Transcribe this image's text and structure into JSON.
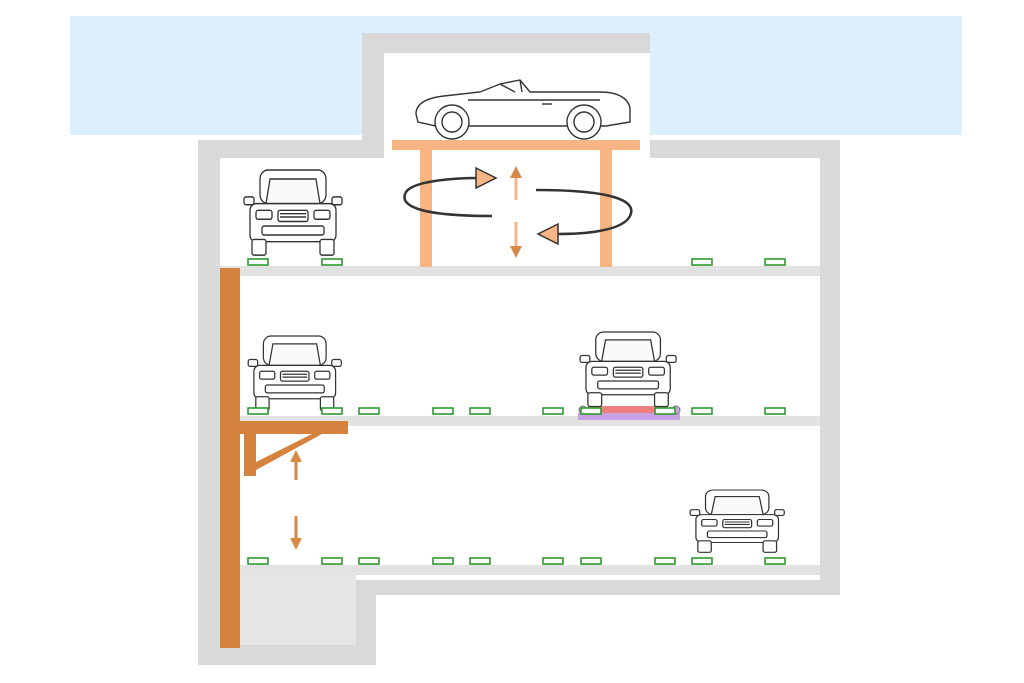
{
  "diagram": {
    "kind": "automated-parking-garage-cross-section",
    "levels": [
      "ground-surface",
      "level-1",
      "level-2",
      "level-3"
    ],
    "colors": {
      "sky": "#dcefff",
      "structure": "#d9d9d9",
      "slab": "#e2e2e2",
      "turntable_lift": "#f8b482",
      "vertical_lift": "#d5823f",
      "arrow": "#d98947",
      "sensor_pad": "#2f9a2f",
      "shuttle_red": "#f08080",
      "shuttle_purple": "#c9a2e6",
      "car_stroke": "#333333"
    },
    "cars": [
      {
        "name": "convertible",
        "view": "side",
        "level": "ground-surface"
      },
      {
        "name": "suv",
        "view": "front",
        "level": "level-1"
      },
      {
        "name": "hatchback-left",
        "view": "front",
        "level": "level-2"
      },
      {
        "name": "hatchback-on-shuttle",
        "view": "front",
        "level": "level-2"
      },
      {
        "name": "roadster",
        "view": "front",
        "level": "level-3"
      }
    ],
    "motions": [
      {
        "name": "turntable-rotation",
        "type": "rotate"
      },
      {
        "name": "turntable-lift",
        "type": "up-down"
      },
      {
        "name": "side-lift",
        "type": "up-down"
      }
    ]
  }
}
